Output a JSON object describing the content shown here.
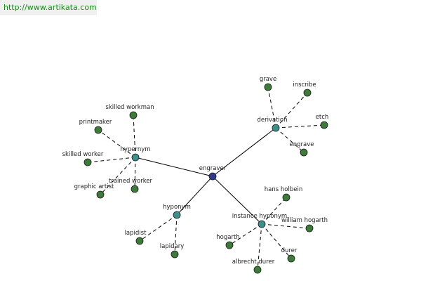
{
  "banner": {
    "url": "http://www.artikata.com"
  },
  "graph": {
    "colors": {
      "root": "#2e3a8c",
      "relation": "#3e8f8a",
      "word": "#3e7a3a",
      "edge": "#000000"
    },
    "root": {
      "id": "engraver",
      "label": "engraver"
    },
    "relations": [
      {
        "id": "hypernym",
        "label": "hypernym"
      },
      {
        "id": "derivation",
        "label": "derivation"
      },
      {
        "id": "hyponym",
        "label": "hyponym"
      },
      {
        "id": "instance-hyponym",
        "label": "instance hyponym"
      }
    ],
    "words": [
      {
        "id": "skilled-workman",
        "label": "skilled workman",
        "parent": "hypernym"
      },
      {
        "id": "printmaker",
        "label": "printmaker",
        "parent": "hypernym"
      },
      {
        "id": "skilled-worker",
        "label": "skilled worker",
        "parent": "hypernym"
      },
      {
        "id": "graphic-artist",
        "label": "graphic artist",
        "parent": "hypernym"
      },
      {
        "id": "trained-worker",
        "label": "trained worker",
        "parent": "hypernym"
      },
      {
        "id": "grave",
        "label": "grave",
        "parent": "derivation"
      },
      {
        "id": "inscribe",
        "label": "inscribe",
        "parent": "derivation"
      },
      {
        "id": "etch",
        "label": "etch",
        "parent": "derivation"
      },
      {
        "id": "engrave",
        "label": "engrave",
        "parent": "derivation"
      },
      {
        "id": "lapidist",
        "label": "lapidist",
        "parent": "hyponym"
      },
      {
        "id": "lapidary",
        "label": "lapidary",
        "parent": "hyponym"
      },
      {
        "id": "hans-holbein",
        "label": "hans holbein",
        "parent": "instance-hyponym"
      },
      {
        "id": "william-hogarth",
        "label": "william hogarth",
        "parent": "instance-hyponym"
      },
      {
        "id": "hogarth",
        "label": "hogarth",
        "parent": "instance-hyponym"
      },
      {
        "id": "durer",
        "label": "durer",
        "parent": "instance-hyponym"
      },
      {
        "id": "albrecht-durer",
        "label": "albrecht durer",
        "parent": "instance-hyponym"
      }
    ]
  }
}
